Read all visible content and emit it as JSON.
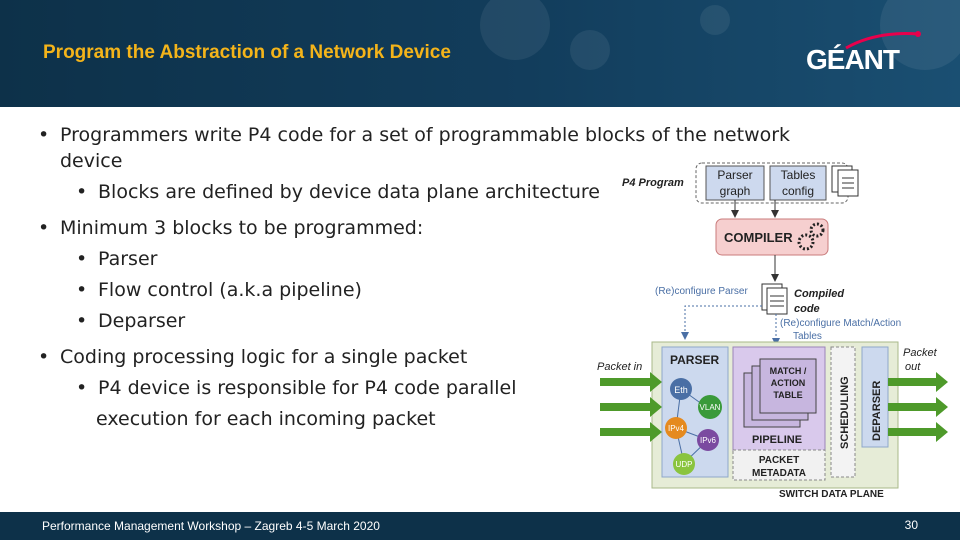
{
  "slide": {
    "title": "Program the Abstraction of a Network Device",
    "logo": "GÉANT",
    "bullets": {
      "b1": "Programmers write P4 code for a set of programmable blocks of the network",
      "b1_cont": "device",
      "b1_1": "Blocks are defined by device data plane architecture",
      "b2": "Minimum 3 blocks to be programmed:",
      "b2_1": "Parser",
      "b2_2": "Flow control (a.k.a pipeline)",
      "b2_3": "Deparser",
      "b3": "Coding processing logic for a single packet",
      "b3_1": "P4 device is responsible for P4 code parallel",
      "b3_1_cont": "execution for each incoming packet"
    },
    "footer": "Performance Management Workshop – Zagreb 4-5 March 2020",
    "page_number": "30"
  },
  "diagram": {
    "p4_program": "P4 Program",
    "parser_graph_1": "Parser",
    "parser_graph_2": "graph",
    "tables_config_1": "Tables",
    "tables_config_2": "config",
    "compiler": "COMPILER",
    "reconfigure_parser": "(Re)configure Parser",
    "compiled_code_1": "Compiled",
    "compiled_code_2": "code",
    "reconfigure_match_1": "(Re)configure Match/Action",
    "reconfigure_match_2": "Tables",
    "packet_in": "Packet in",
    "packet_out_1": "Packet",
    "packet_out_2": "out",
    "parser": "PARSER",
    "eth": "Eth",
    "vlan": "VLAN",
    "ipv4": "IPv4",
    "ipv6": "IPv6",
    "udp": "UDP",
    "match_action_1": "MATCH /",
    "match_action_2": "ACTION",
    "match_action_3": "TABLE",
    "pipeline": "PIPELINE",
    "scheduling": "SCHEDULING",
    "deparser": "DEPARSER",
    "packet_metadata_1": "PACKET",
    "packet_metadata_2": "METADATA",
    "switch_data_plane": "SWITCH DATA PLANE"
  }
}
